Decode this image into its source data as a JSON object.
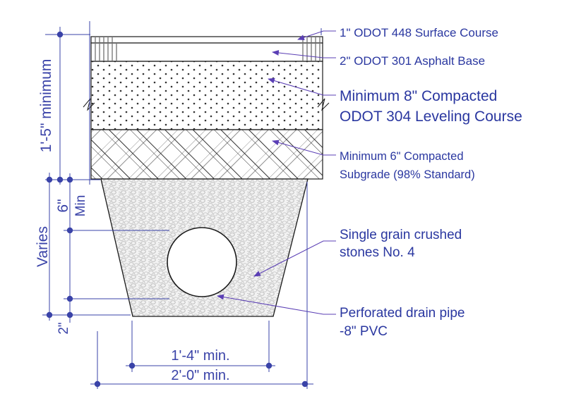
{
  "colors": {
    "ink": "#1a1a1a",
    "dimension": "#3a43a8",
    "arrow": "#5b3fb5",
    "label": "#2a37a0",
    "background": "#ffffff"
  },
  "layers": {
    "surface_course": "1\" ODOT 448 Surface Course",
    "asphalt_base": "2\" ODOT 301 Asphalt Base",
    "leveling_course_line1": "Minimum 8\" Compacted",
    "leveling_course_line2": "ODOT 304 Leveling Course",
    "subgrade_line1": "Minimum 6\" Compacted",
    "subgrade_line2": "Subgrade (98% Standard)"
  },
  "trench": {
    "stone_line1": "Single grain crushed",
    "stone_line2": "stones No. 4",
    "pipe_line1": "Perforated drain pipe",
    "pipe_line2": "-8\" PVC"
  },
  "dimensions": {
    "total_depth": "1'-5\" minimum",
    "cover_value": "6\"",
    "cover_qualifier": "Min",
    "trench_depth": "Varies",
    "bedding": "2\"",
    "bottom_width": "1'-4\" min.",
    "top_width": "2'-0\" min."
  }
}
